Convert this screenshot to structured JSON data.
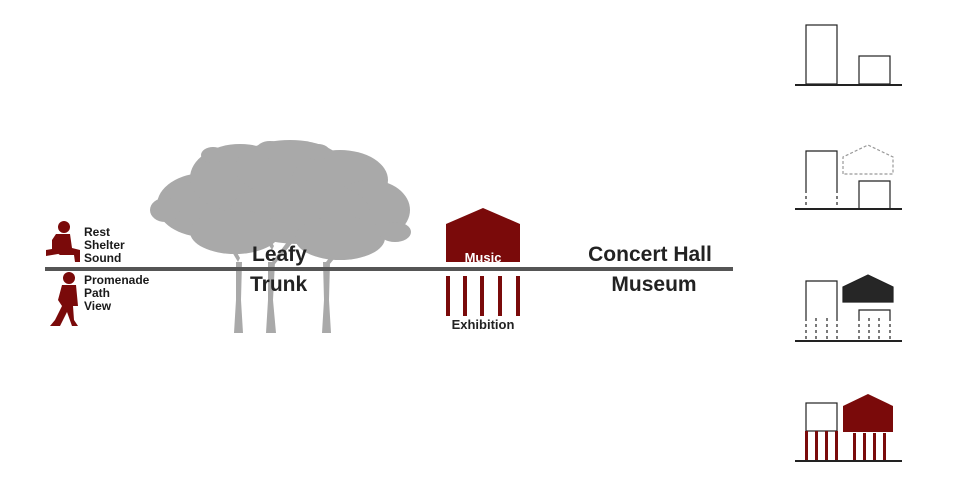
{
  "colors": {
    "accent": "#7a0a0a",
    "ground": "#555555",
    "tree": "#a9a9a9",
    "text": "#222222",
    "dark_volume": "#262626"
  },
  "person_labels": {
    "upper": [
      "Rest",
      "Shelter",
      "Sound"
    ],
    "lower": [
      "Promenade",
      "Path",
      "View"
    ]
  },
  "tree_labels": {
    "top": "Leafy",
    "bottom": "Trunk"
  },
  "pavilion_labels": {
    "top": "Music",
    "bottom": "Exhibition"
  },
  "right_labels": {
    "top": "Concert  Hall",
    "bottom": "Museum"
  },
  "icons": {
    "seated_person": "seated-person-icon",
    "walking_person": "walking-person-icon",
    "trees": "tree-cluster-icon",
    "pavilion": "pavilion-house-icon"
  },
  "sequence_steps": 4
}
